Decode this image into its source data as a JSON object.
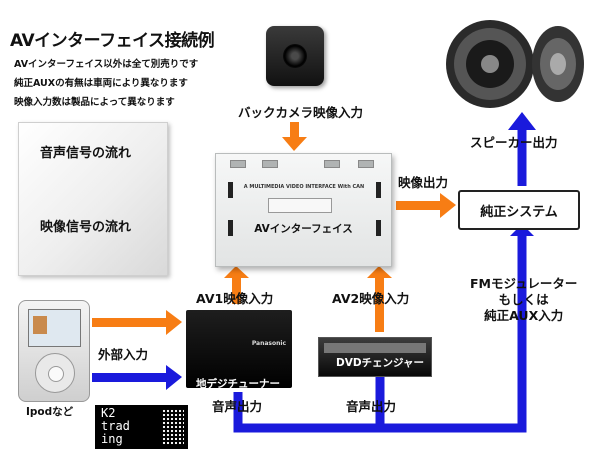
{
  "title": "AVインターフェイス接続例",
  "notes": [
    "AVインターフェイス以外は全て別売りです",
    "純正AUXの有無は車両により異なります",
    "映像入力数は製品によって異なります"
  ],
  "legend": {
    "audio": "音声信号の流れ",
    "video": "映像信号の流れ"
  },
  "colors": {
    "audio": "#1a1adc",
    "video": "#f77d14"
  },
  "devices": {
    "camera_label": "バックカメラ映像入力",
    "interface_name": "AVインターフェイス",
    "interface_panel_text": "A MULTIMEDIA VIDEO INTERFACE With CAN",
    "system": "純正システム",
    "ipod": "Ipodなど",
    "tuner": "地デジチューナー",
    "tuner_brand": "Panasonic",
    "dvd": "DVDチェンジャー",
    "logo_lines": [
      "K2",
      "trad",
      "ing"
    ]
  },
  "flows": {
    "video_out": "映像出力",
    "speaker_out": "スピーカー出力",
    "av1": "AV1映像入力",
    "av2": "AV2映像入力",
    "external": "外部入力",
    "fm_aux": [
      "FMモジュレーター",
      "もしくは",
      "純正AUX入力"
    ],
    "audio_out_1": "音声出力",
    "audio_out_2": "音声出力"
  }
}
